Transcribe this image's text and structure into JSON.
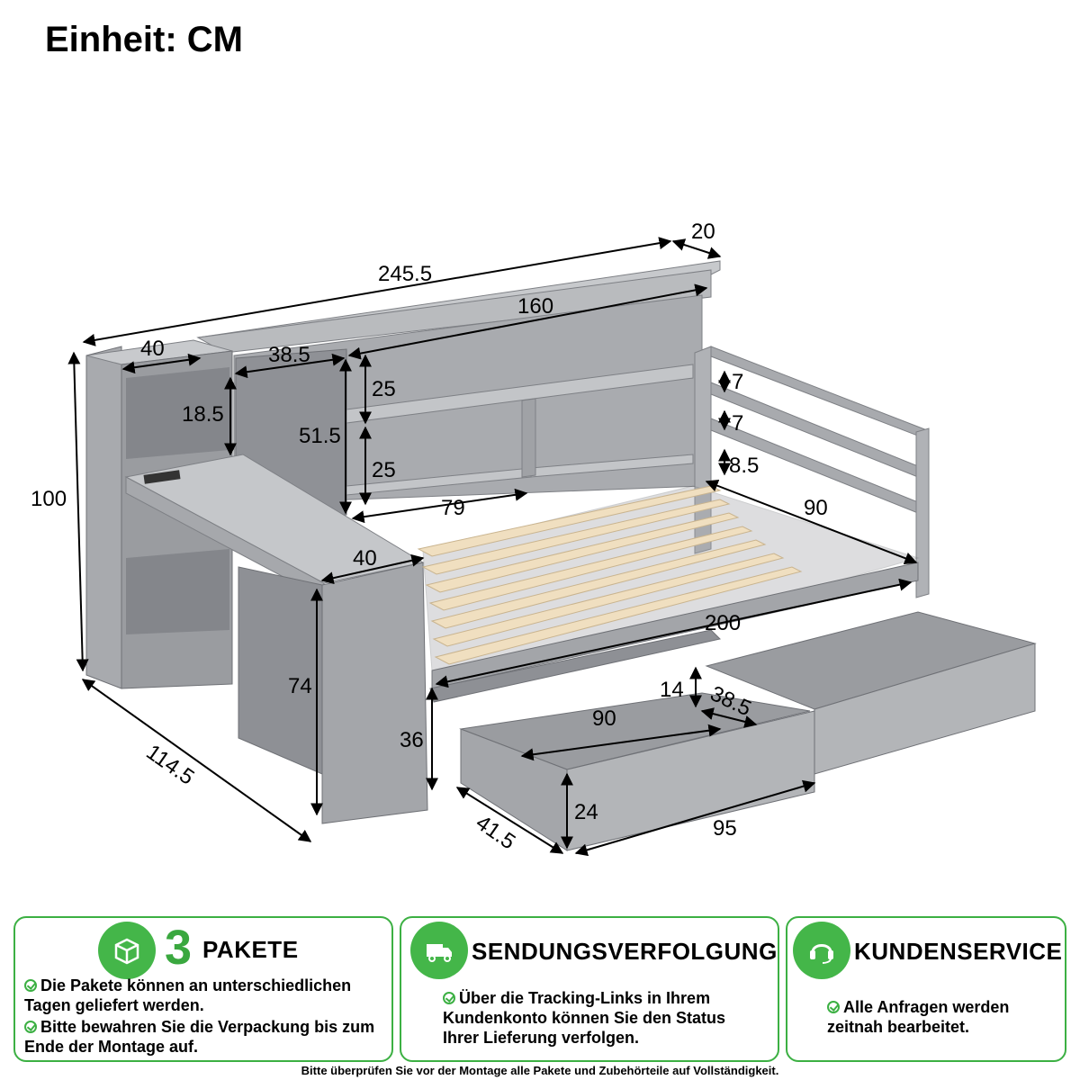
{
  "title": "Einheit: CM",
  "dimensions": {
    "total_width": "245.5",
    "depth_top": "20",
    "left_tower_width": "40",
    "middle_width": "38.5",
    "shelf_width": "160",
    "total_height": "100",
    "small_shelf_height": "18.5",
    "middle_height": "51.5",
    "shelf_upper": "25",
    "shelf_lower": "25",
    "shelf_bottom_width": "79",
    "rail_gap_1": "7",
    "rail_gap_2": "7",
    "rail_gap_3": "8.5",
    "bed_width": "90",
    "desk_depth": "40",
    "bed_length": "200",
    "desk_height": "74",
    "bed_height": "36",
    "total_depth": "114.5",
    "drawer_inner_width": "90",
    "drawer_inner_height": "14",
    "drawer_inner_depth": "38.5",
    "drawer_height": "24",
    "drawer_depth": "41.5",
    "drawer_width": "95"
  },
  "cards": [
    {
      "number": "3",
      "title": "PAKETE",
      "icon": "package-icon",
      "bullets": [
        "Die Pakete können an unterschiedlichen Tagen geliefert werden.",
        "Bitte bewahren Sie die Verpackung bis zum Ende der Montage auf."
      ]
    },
    {
      "title": "SENDUNGSVERFOLGUNG",
      "icon": "delivery-truck-icon",
      "bullets": [
        "Über die Tracking-Links in Ihrem Kundenkonto können Sie den Status Ihrer Lieferung verfolgen."
      ]
    },
    {
      "title": "KUNDENSERVICE",
      "icon": "headset-icon",
      "bullets": [
        "Alle Anfragen werden zeitnah bearbeitet."
      ]
    }
  ],
  "footer": "Bitte überprüfen Sie vor der Montage alle Pakete und Zubehörteile auf Vollständigkeit.",
  "colors": {
    "accent_green": "#44b649",
    "furniture_gray": "#9a9ca0",
    "slat_wood": "#f0dfc0"
  }
}
